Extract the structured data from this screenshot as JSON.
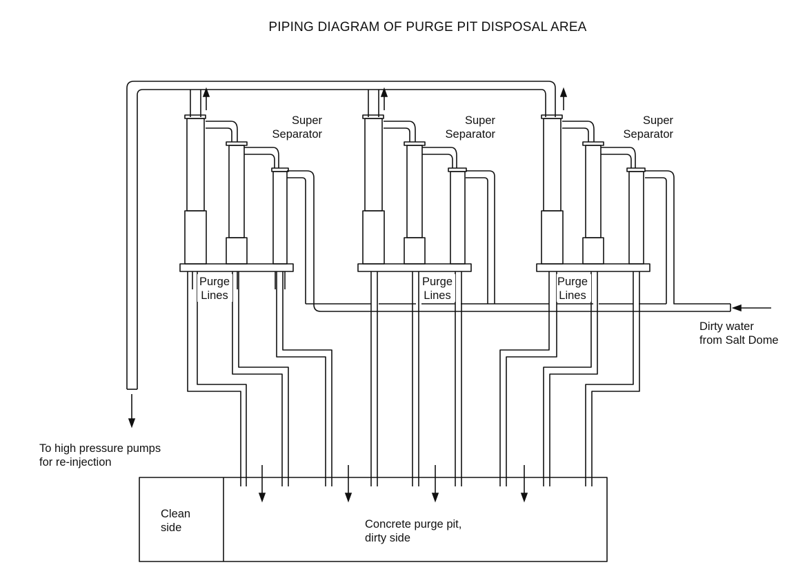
{
  "title": "PIPING DIAGRAM OF PURGE PIT DISPOSAL AREA",
  "separator_label": [
    "Super",
    "Separator"
  ],
  "purge_label": [
    "Purge",
    "Lines"
  ],
  "inlet_label": [
    "Dirty water",
    "from Salt Dome"
  ],
  "outlet_label": [
    "To high pressure pumps",
    "for re-injection"
  ],
  "clean_label": [
    "Clean",
    "side"
  ],
  "pit_label": [
    "Concrete purge pit,",
    "dirty side"
  ],
  "colors": {
    "line": "#111111",
    "background": "#ffffff"
  }
}
